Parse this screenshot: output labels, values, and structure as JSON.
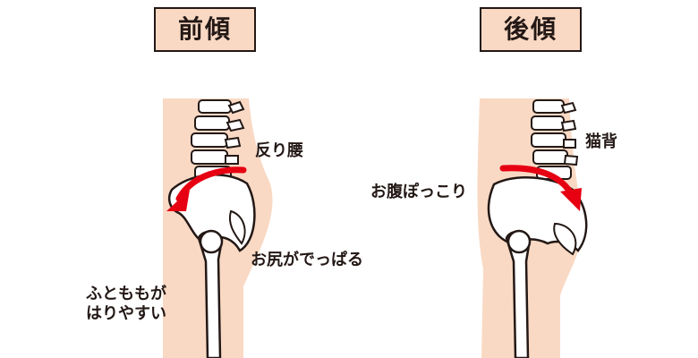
{
  "panels": {
    "anterior": {
      "title": "前傾",
      "labels": {
        "sway_back": "反り腰",
        "buttocks": "お尻がでっぱる",
        "thighs_line1": "ふとももが",
        "thighs_line2": "はりやすい"
      }
    },
    "posterior": {
      "title": "後傾",
      "labels": {
        "hunchback": "猫背",
        "belly": "お腹ぽっこり"
      }
    }
  },
  "colors": {
    "skin": "#f9d9c4",
    "arrow": "#e60012",
    "outline": "#231815"
  }
}
